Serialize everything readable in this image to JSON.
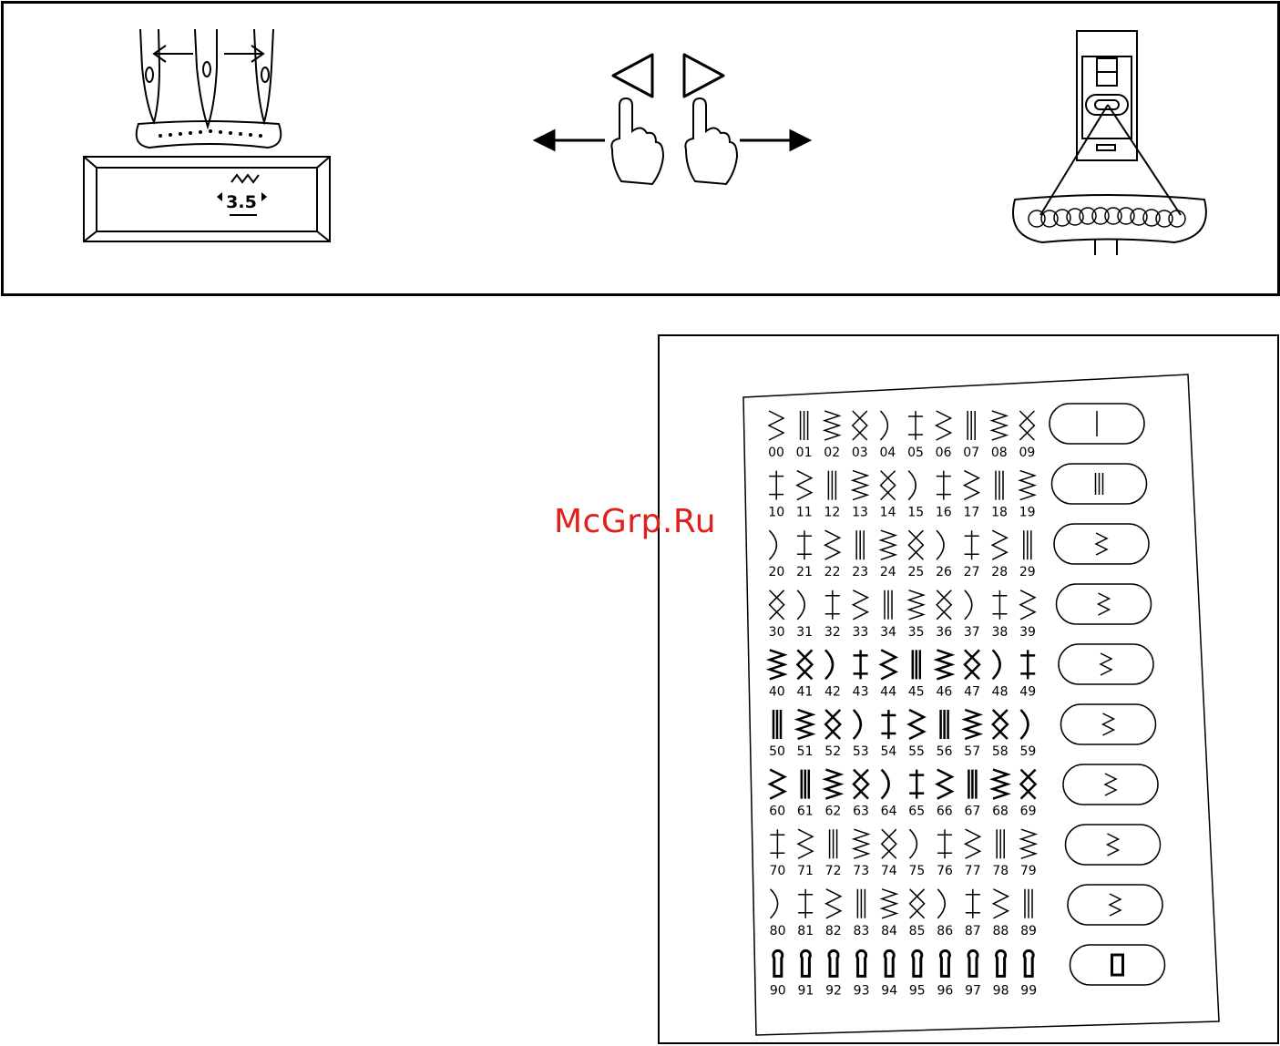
{
  "display": {
    "stitch_width_value": "3.5"
  },
  "watermark": {
    "text": "McGrp.Ru"
  },
  "chart": {
    "stitch_numbers": [
      "00",
      "01",
      "02",
      "03",
      "04",
      "05",
      "06",
      "07",
      "08",
      "09",
      "10",
      "11",
      "12",
      "13",
      "14",
      "15",
      "16",
      "17",
      "18",
      "19",
      "20",
      "21",
      "22",
      "23",
      "24",
      "25",
      "26",
      "27",
      "28",
      "29",
      "30",
      "31",
      "32",
      "33",
      "34",
      "35",
      "36",
      "37",
      "38",
      "39",
      "40",
      "41",
      "42",
      "43",
      "44",
      "45",
      "46",
      "47",
      "48",
      "49",
      "50",
      "51",
      "52",
      "53",
      "54",
      "55",
      "56",
      "57",
      "58",
      "59",
      "60",
      "61",
      "62",
      "63",
      "64",
      "65",
      "66",
      "67",
      "68",
      "69",
      "70",
      "71",
      "72",
      "73",
      "74",
      "75",
      "76",
      "77",
      "78",
      "79",
      "80",
      "81",
      "82",
      "83",
      "84",
      "85",
      "86",
      "87",
      "88",
      "89",
      "90",
      "91",
      "92",
      "93",
      "94",
      "95",
      "96",
      "97",
      "98",
      "99"
    ],
    "direct_buttons": [
      "straight-stitch",
      "triple-straight",
      "zigzag",
      "three-step-zigzag",
      "blind-hem",
      "feather",
      "overlock",
      "lightning",
      "stretch-zigzag",
      "buttonhole"
    ]
  }
}
